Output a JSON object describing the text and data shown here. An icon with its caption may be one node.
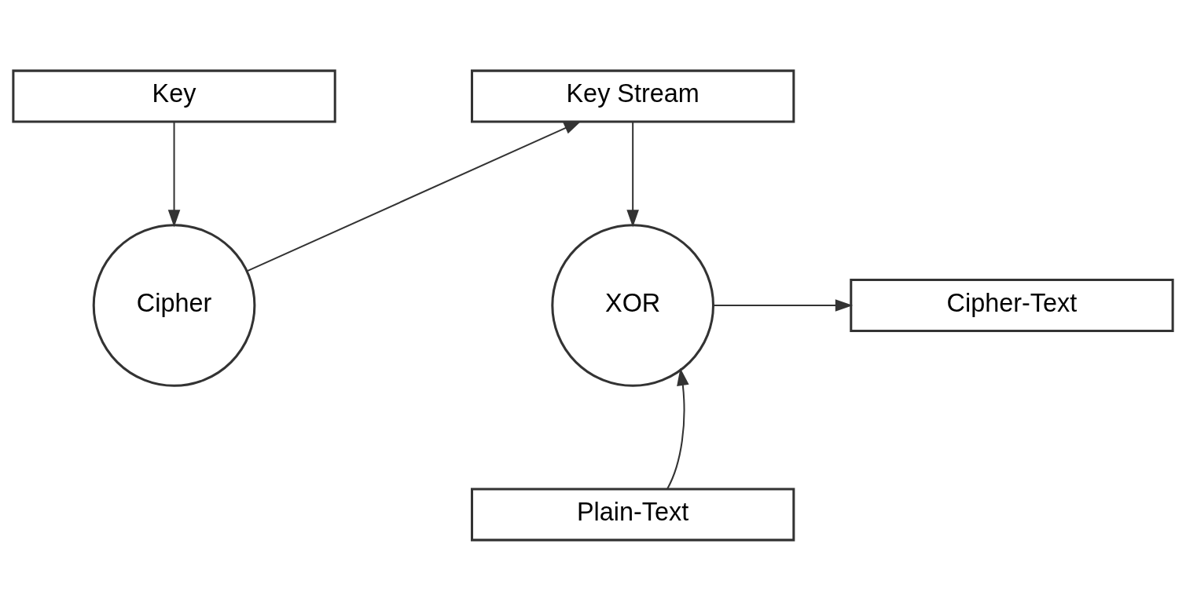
{
  "diagram": {
    "nodes": [
      {
        "text": [
          "Key"
        ]
      },
      {
        "text": [
          "Cipher"
        ]
      },
      {
        "text": [
          "Key Stream"
        ]
      },
      {
        "text": [
          "XOR"
        ]
      },
      {
        "text": [
          "Cipher-Text"
        ]
      },
      {
        "text": [
          "Plain-Text"
        ]
      }
    ],
    "edges": [
      {
        "from": 0,
        "to": 1,
        "arrow": "to"
      },
      {
        "from": 1,
        "to": 2,
        "arrow": "to"
      },
      {
        "from": 2,
        "to": 3,
        "arrow": "to"
      },
      {
        "from": 3,
        "to": 4,
        "arrow": "to"
      },
      {
        "from": 5,
        "to": 3,
        "arrow": "to"
      }
    ]
  }
}
